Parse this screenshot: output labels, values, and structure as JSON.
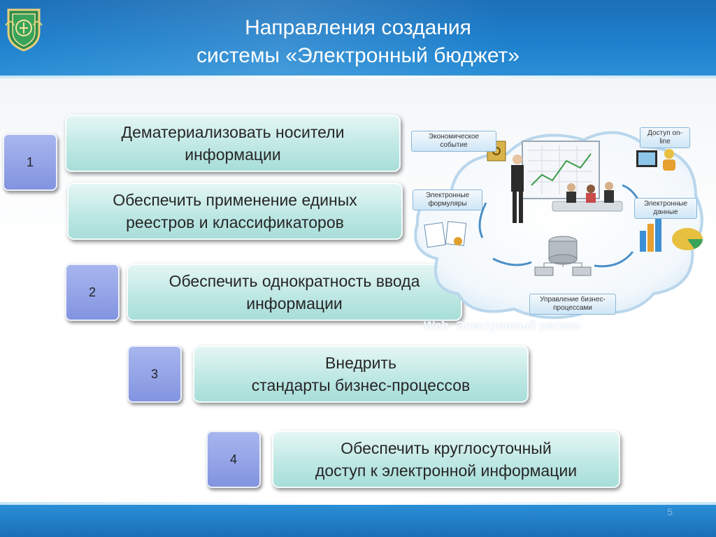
{
  "header": {
    "title_line1": "Направления создания",
    "title_line2": "системы «Электронный бюджет»"
  },
  "items": [
    {
      "number": "1",
      "text": "Дематериализовать носители\nинформации"
    },
    {
      "number": "",
      "text": "Обеспечить применение единых\nреестров и классификаторов"
    },
    {
      "number": "2",
      "text": "Обеспечить однократность ввода\nинформации"
    },
    {
      "number": "3",
      "text": "Внедрить\nстандарты бизнес-процессов"
    },
    {
      "number": "4",
      "text": "Обеспечить круглосуточный\nдоступ к электронной информации"
    }
  ],
  "diagram": {
    "labels": {
      "economic_event": "Экономическое событие",
      "online_access": "Доступ on-line",
      "electronic_forms": "Электронные формуляры",
      "electronic_data": "Электронные данные",
      "process_management": "Управление бизнес-процессами"
    },
    "watermark": "Web- Электронный регион"
  },
  "footer": {
    "page_number": "5"
  },
  "colors": {
    "header_blue": "#1e80cc",
    "number_box": "#9aa9ea",
    "card_teal": "#bfe8e4"
  }
}
